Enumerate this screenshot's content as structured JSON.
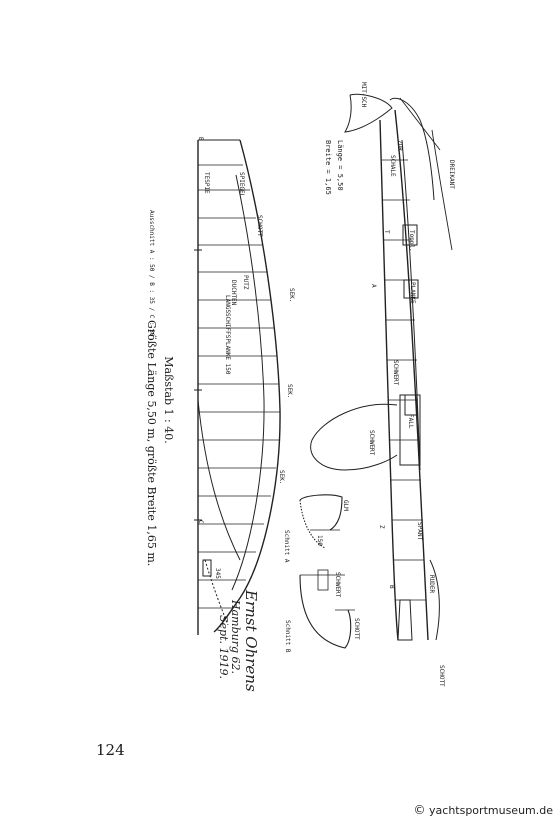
{
  "page": {
    "number": "124",
    "caption_scale": "Maßstab 1 : 40.",
    "caption_dims": "Größte Länge 5,50 m, größte Breite 1,65 m.",
    "watermark_text": "yachtsportmuseum.de"
  },
  "drawing": {
    "dims_length": "Länge = 5,50",
    "dims_beam": "Breite = 1,65",
    "section_a": "Schnitt A",
    "section_b": "Schnitt B",
    "scale_note": "Ausschnitt A : 50 / B : 35 / C : 50",
    "signature": "Ernst Ohrens",
    "signature_sub1": "Hamburg 62.",
    "signature_sub2": "Sept. 1919.",
    "station_a": "A",
    "station_b": "B",
    "station_c": "C"
  }
}
